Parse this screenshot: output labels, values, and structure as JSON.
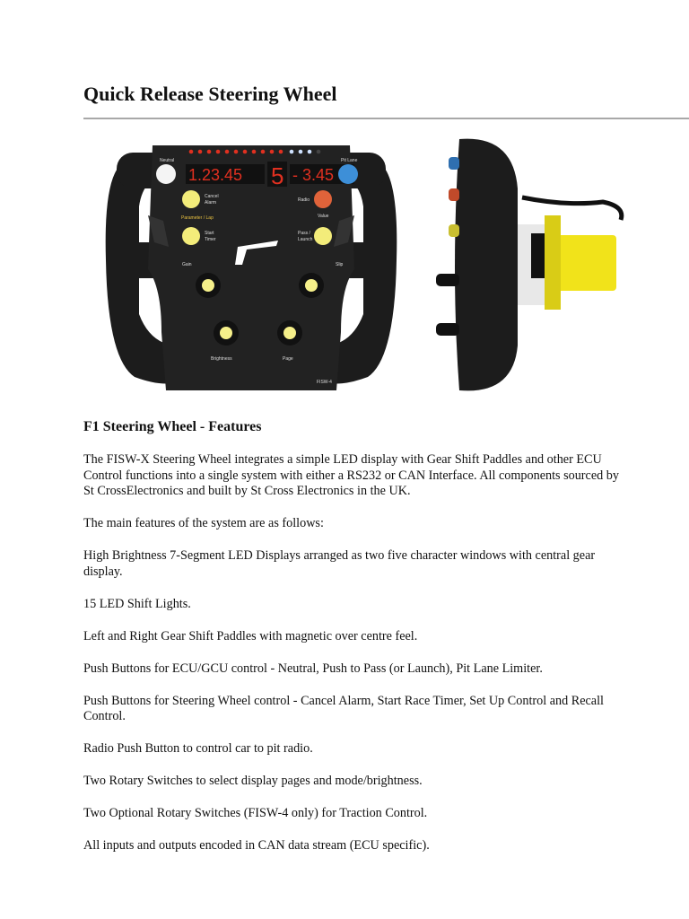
{
  "page": {
    "title": "Quick Release Steering Wheel",
    "section_heading": "F1 Steering Wheel - Features",
    "paragraphs": [
      "The FISW-X Steering Wheel integrates a simple LED display with Gear Shift Paddles and other ECU Control functions into a single system with either a RS232 or CAN Interface. All components sourced by St CrossElectronics and built by St Cross Electronics in the UK.",
      "The main features of the system are as follows:",
      "High Brightness 7-Segment LED Displays arranged as two five character windows with central gear display.",
      "15 LED Shift Lights.",
      "Left and Right Gear Shift Paddles with magnetic over centre feel.",
      "Push Buttons for ECU/GCU control - Neutral, Push to Pass (or Launch), Pit Lane Limiter.",
      "Push Buttons for Steering Wheel control - Cancel Alarm, Start Race Timer, Set Up Control and Recall Control.",
      "Radio Push Button to control car to pit radio.",
      "Two Rotary Switches to select display pages and mode/brightness.",
      "Two Optional Rotary Switches (FISW-4 only) for Traction Control.",
      "All inputs and outputs encoded in CAN data stream (ECU specific)."
    ]
  },
  "wheel_photo": {
    "display_left": "1.23.45",
    "display_gear": "5",
    "display_right": "- 3.45",
    "labels": {
      "neutral": "Neutral",
      "pit_lane": "Pit Lane",
      "cancel": "Cancel",
      "alarm": "Alarm",
      "parameter_lap": "Parameter / Lap",
      "start": "Start",
      "timer": "Timer",
      "radio": "Radio",
      "value": "Value",
      "pass": "Pass /",
      "launch": "Launch",
      "gain": "Gain",
      "slip": "Slip",
      "brightness": "Brightness",
      "page": "Page",
      "model": "FISW-4"
    },
    "colors": {
      "body": "#1c1c1c",
      "button_yellow": "#f3ec7a",
      "button_red": "#e0633a",
      "button_blue": "#3d8fd8",
      "led_red": "#e03020",
      "knob_yellow": "#f6f08a"
    }
  }
}
